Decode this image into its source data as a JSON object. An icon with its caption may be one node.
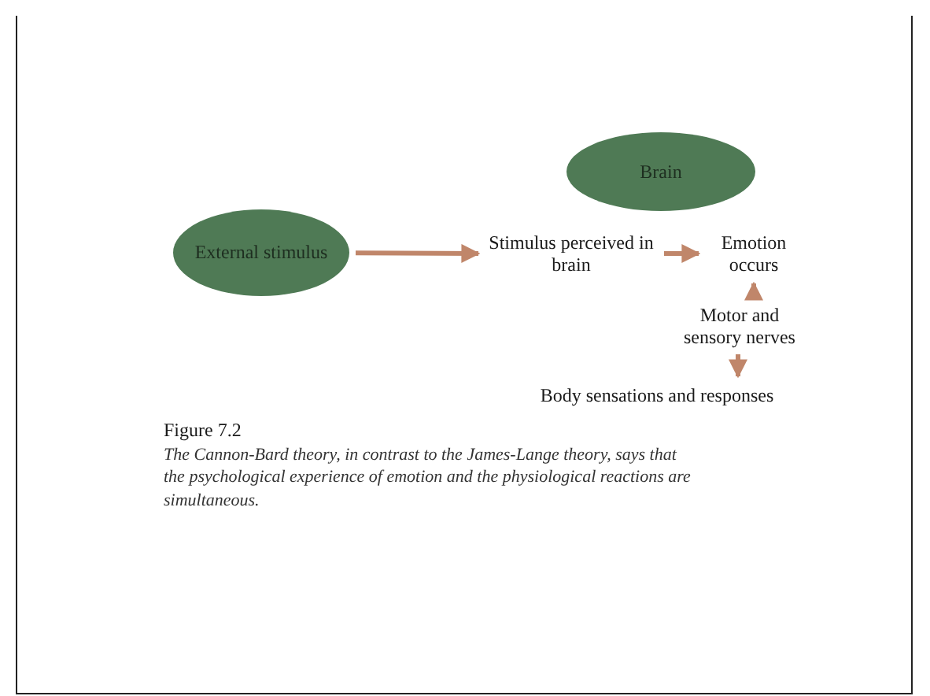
{
  "diagram": {
    "title": "Figure 7.2",
    "caption": "The Cannon-Bard theory, in contrast to the James-Lange theory, says that the psychological experience of emotion and the physiological reactions are simultaneous.",
    "nodes": [
      {
        "text": [
          "External stimulus"
        ]
      },
      {
        "text": [
          "Brain"
        ]
      },
      {
        "text": [
          "Stimulus perceived in brain"
        ]
      },
      {
        "text": [
          "Emotion occurs"
        ]
      },
      {
        "text": [
          "Motor and sensory nerves"
        ]
      },
      {
        "text": [
          "Body sensations and responses"
        ]
      }
    ],
    "edges": [
      {
        "from": 0,
        "to": 2,
        "arrow": "to"
      },
      {
        "from": 2,
        "to": 3,
        "arrow": "to"
      },
      {
        "from": 4,
        "to": 3,
        "arrow": "to"
      },
      {
        "from": 4,
        "to": 5,
        "arrow": "to"
      }
    ]
  }
}
